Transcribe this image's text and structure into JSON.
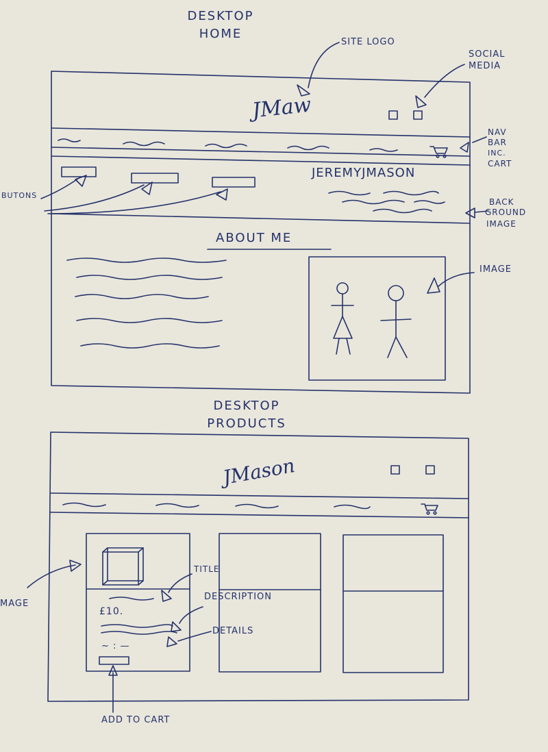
{
  "home": {
    "title_line1": "DESKTOP",
    "title_line2": "HOME",
    "logo_text": "JMaw",
    "hero_name": "JEREMYJMASON",
    "about_heading": "ABOUT ME",
    "annotations": {
      "site_logo": "SITE LOGO",
      "social_media_line1": "SOCIAL",
      "social_media_line2": "MEDIA",
      "nav_bar_line1": "NAV",
      "nav_bar_line2": "BAR",
      "nav_bar_line3": "INC.",
      "nav_bar_line4": "CART",
      "buttons": "BUTONS",
      "background_line1": "BACK",
      "background_line2": "GROUND",
      "background_line3": "IMAGE",
      "image": "IMAGE"
    }
  },
  "products": {
    "title_line1": "DESKTOP",
    "title_line2": "PRODUCTS",
    "logo_text": "JMason",
    "price": "£10.",
    "details_text": "~ : —",
    "annotations": {
      "image": "MAGE",
      "title": "TITLE",
      "description": "DESCRIPTION",
      "details": "DETAILS",
      "add_to_cart": "ADD TO CART"
    }
  },
  "colors": {
    "paper": "#e9e6dc",
    "ink": "#24326a"
  }
}
